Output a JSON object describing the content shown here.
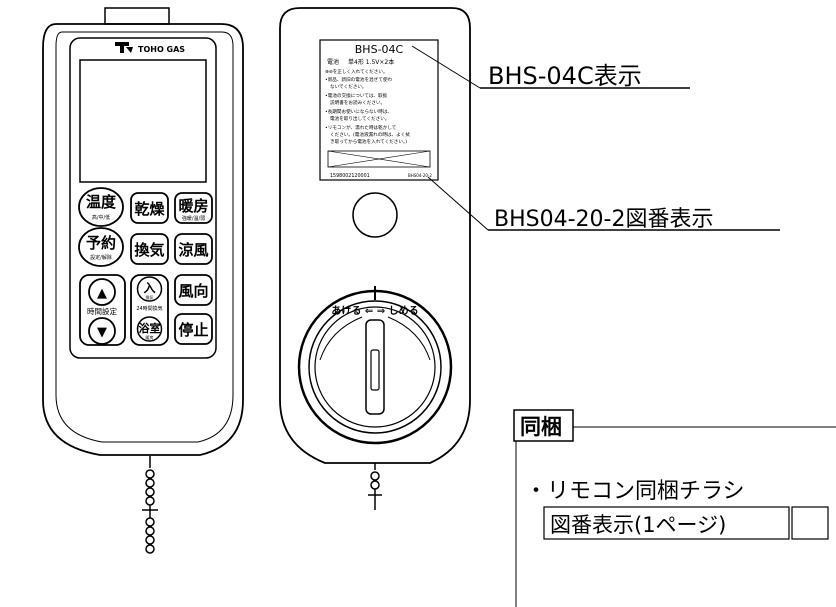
{
  "front_remote": {
    "brand": "TOHO GAS",
    "buttons": {
      "temp": "温度",
      "temp_sub": "高/中/低",
      "dry": "乾燥",
      "heat": "暖房",
      "heat_sub": "強暖/温/弱",
      "reserve": "予約",
      "reserve_sub": "設定/解除",
      "vent": "換気",
      "cool": "涼風",
      "up": "▲",
      "down": "▼",
      "time_set": "時間設定",
      "on": "入",
      "on_sub": "換気",
      "vent24": "24時間換気",
      "bath": "浴室",
      "bath_sub": "暖房",
      "wind": "風向",
      "stop": "停止"
    }
  },
  "back_label": {
    "model": "BHS-04C",
    "battery_title": "電池",
    "battery_spec": "単4形 1.5V×2本",
    "lines": [
      "⊕⊖を正しく入れてください。",
      "•新品、新旧の電池を混ぜて使わ",
      "ないでください。",
      "•電池の交換については、取扱",
      "説明書をお読みください。",
      "•長期間お使いにならない時は、",
      "電池を取り出してください。",
      "•リモコンが、濡れた時は乾かして",
      "ください。(電池液漏れの時は、よく拭",
      "き取ってから電池を入れてください。)"
    ],
    "barcode": "1598002120001",
    "partno": "BHS04-20-2",
    "dial_text": "あける ⇐ ⇒ しめる"
  },
  "callouts": {
    "model_display": "BHS-04C表示",
    "drawing_number": "BHS04-20-2図番表示"
  },
  "bundle": {
    "title": "同梱",
    "item": "・リモコン同梱チラシ",
    "subitem": "図番表示(1ページ)"
  }
}
